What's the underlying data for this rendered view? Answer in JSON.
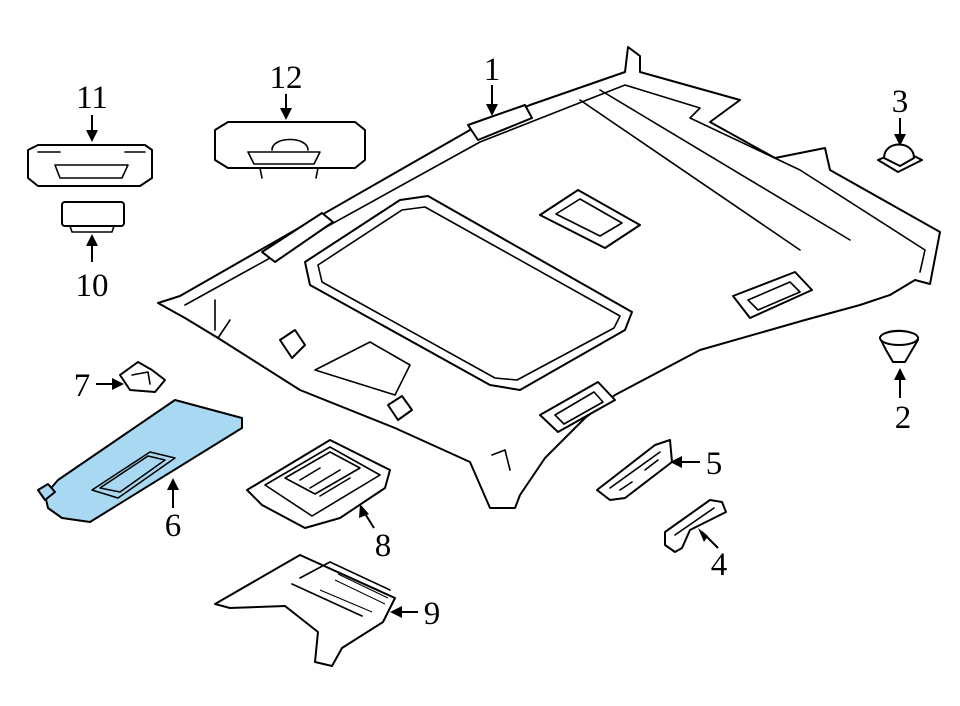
{
  "diagram": {
    "highlight_color": "#a9d8f2",
    "callouts": [
      {
        "id": "1",
        "label": "1"
      },
      {
        "id": "2",
        "label": "2"
      },
      {
        "id": "3",
        "label": "3"
      },
      {
        "id": "4",
        "label": "4"
      },
      {
        "id": "5",
        "label": "5"
      },
      {
        "id": "6",
        "label": "6",
        "highlighted": true
      },
      {
        "id": "7",
        "label": "7"
      },
      {
        "id": "8",
        "label": "8"
      },
      {
        "id": "9",
        "label": "9"
      },
      {
        "id": "10",
        "label": "10"
      },
      {
        "id": "11",
        "label": "11"
      },
      {
        "id": "12",
        "label": "12"
      }
    ]
  }
}
